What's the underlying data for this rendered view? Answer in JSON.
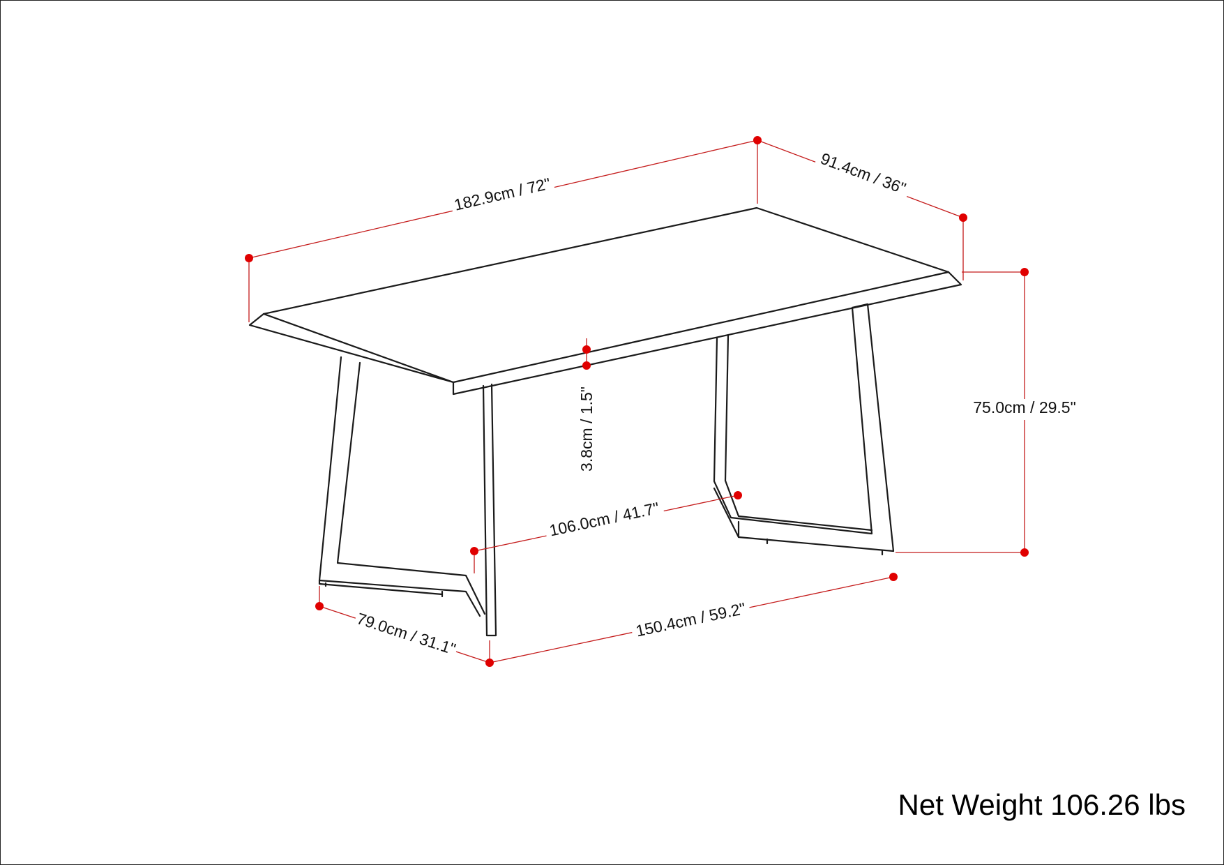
{
  "dimensions": {
    "length": "182.9cm / 72\"",
    "depth": "91.4cm / 36\"",
    "height": "75.0cm / 29.5\"",
    "top_thickness": "3.8cm / 1.5\"",
    "leg_clearance": "106.0cm / 41.7\"",
    "base_length": "150.4cm / 59.2\"",
    "base_depth": "79.0cm / 31.1\""
  },
  "net_weight": "Net Weight 106.26 lbs",
  "colors": {
    "dimension_line": "#c41a1a",
    "dimension_dot": "#e00000",
    "outline": "#1a1a1a"
  }
}
